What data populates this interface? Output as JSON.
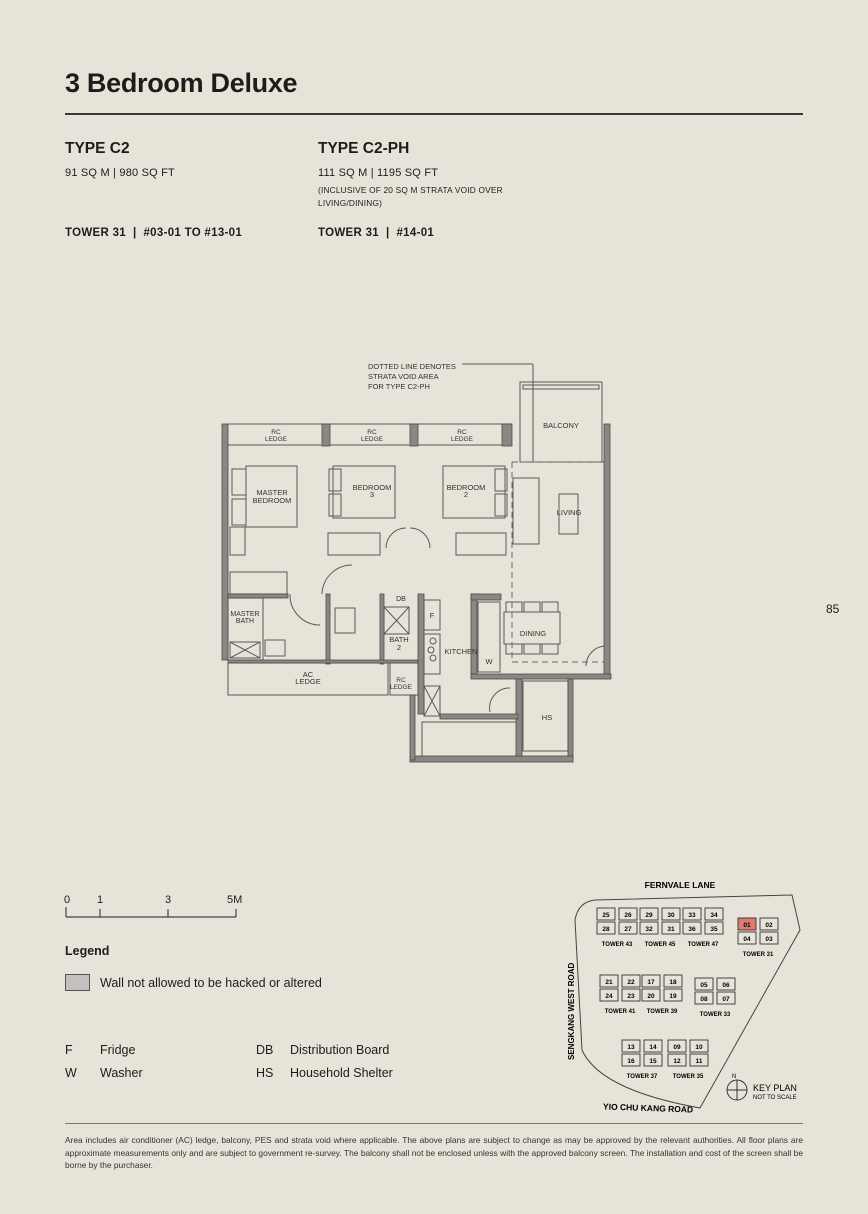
{
  "page": {
    "title": "3 Bedroom Deluxe",
    "page_number": "85"
  },
  "types": [
    {
      "name": "TYPE C2",
      "size": "91 SQ M | 980 SQ FT",
      "note": "",
      "units": "TOWER 31  |  #03-01 TO #13-01"
    },
    {
      "name": "TYPE C2-PH",
      "size": "111 SQ M | 1195 SQ FT",
      "note_line1": "(INCLUSIVE OF 20 SQ M STRATA VOID OVER",
      "note_line2": "LIVING/DINING)",
      "units": "TOWER 31  |  #14-01"
    }
  ],
  "floor_plan": {
    "callout": [
      "DOTTED LINE DENOTES",
      "STRATA VOID AREA",
      "FOR TYPE C2-PH"
    ],
    "rooms": {
      "rc_ledge": [
        "RC",
        "LEDGE"
      ],
      "balcony": "BALCONY",
      "master_bedroom": [
        "MASTER",
        "BEDROOM"
      ],
      "bedroom3": [
        "BEDROOM",
        "3"
      ],
      "bedroom2": [
        "BEDROOM",
        "2"
      ],
      "living": "LIVING",
      "dining": "DINING",
      "kitchen": "KITCHEN",
      "master_bath": [
        "MASTER",
        "BATH"
      ],
      "bath2": [
        "BATH",
        "2"
      ],
      "ac_ledge": [
        "AC",
        "LEDGE"
      ],
      "db": "DB",
      "f": "F",
      "w": "W",
      "hs": "HS"
    }
  },
  "scale_bar": {
    "labels": [
      "0",
      "1",
      "3",
      "5M"
    ]
  },
  "legend": {
    "heading": "Legend",
    "wall_note": "Wall not allowed to be hacked or altered",
    "wall_color": "#c3c1bd",
    "abbreviations": [
      {
        "code": "F",
        "meaning": "Fridge"
      },
      {
        "code": "W",
        "meaning": "Washer"
      },
      {
        "code": "DB",
        "meaning": "Distribution Board"
      },
      {
        "code": "HS",
        "meaning": "Household Shelter"
      }
    ]
  },
  "key_plan": {
    "roads": {
      "north": "FERNVALE LANE",
      "west": "SENGKANG WEST ROAD",
      "south": "YIO CHU KANG ROAD"
    },
    "towers": [
      {
        "name": "TOWER 43",
        "units": [
          "25",
          "26",
          "28",
          "27"
        ]
      },
      {
        "name": "TOWER 45",
        "units": [
          "29",
          "30",
          "32",
          "31"
        ]
      },
      {
        "name": "TOWER 47",
        "units": [
          "33",
          "34",
          "36",
          "35"
        ]
      },
      {
        "name": "TOWER 31",
        "units": [
          "01",
          "02",
          "04",
          "03"
        ],
        "highlight": "01"
      },
      {
        "name": "TOWER 41",
        "units": [
          "21",
          "22",
          "24",
          "23"
        ]
      },
      {
        "name": "TOWER 39",
        "units": [
          "17",
          "18",
          "20",
          "19"
        ]
      },
      {
        "name": "TOWER 33",
        "units": [
          "05",
          "06",
          "08",
          "07"
        ]
      },
      {
        "name": "TOWER 37",
        "units": [
          "13",
          "14",
          "16",
          "15"
        ]
      },
      {
        "name": "TOWER 35",
        "units": [
          "09",
          "10",
          "12",
          "11"
        ]
      }
    ],
    "highlight_color": "#e07a6e",
    "compass": "N",
    "label": "KEY PLAN",
    "sublabel": "NOT TO SCALE"
  },
  "disclaimer": "Area includes air conditioner (AC) ledge, balcony, PES and strata void where applicable. The above plans are subject to change as may be approved by the relevant authorities. All floor plans are approximate measurements only and are subject to government re-survey. The balcony shall not be enclosed unless with the approved balcony screen. The installation and cost of the screen shall be borne by the purchaser."
}
